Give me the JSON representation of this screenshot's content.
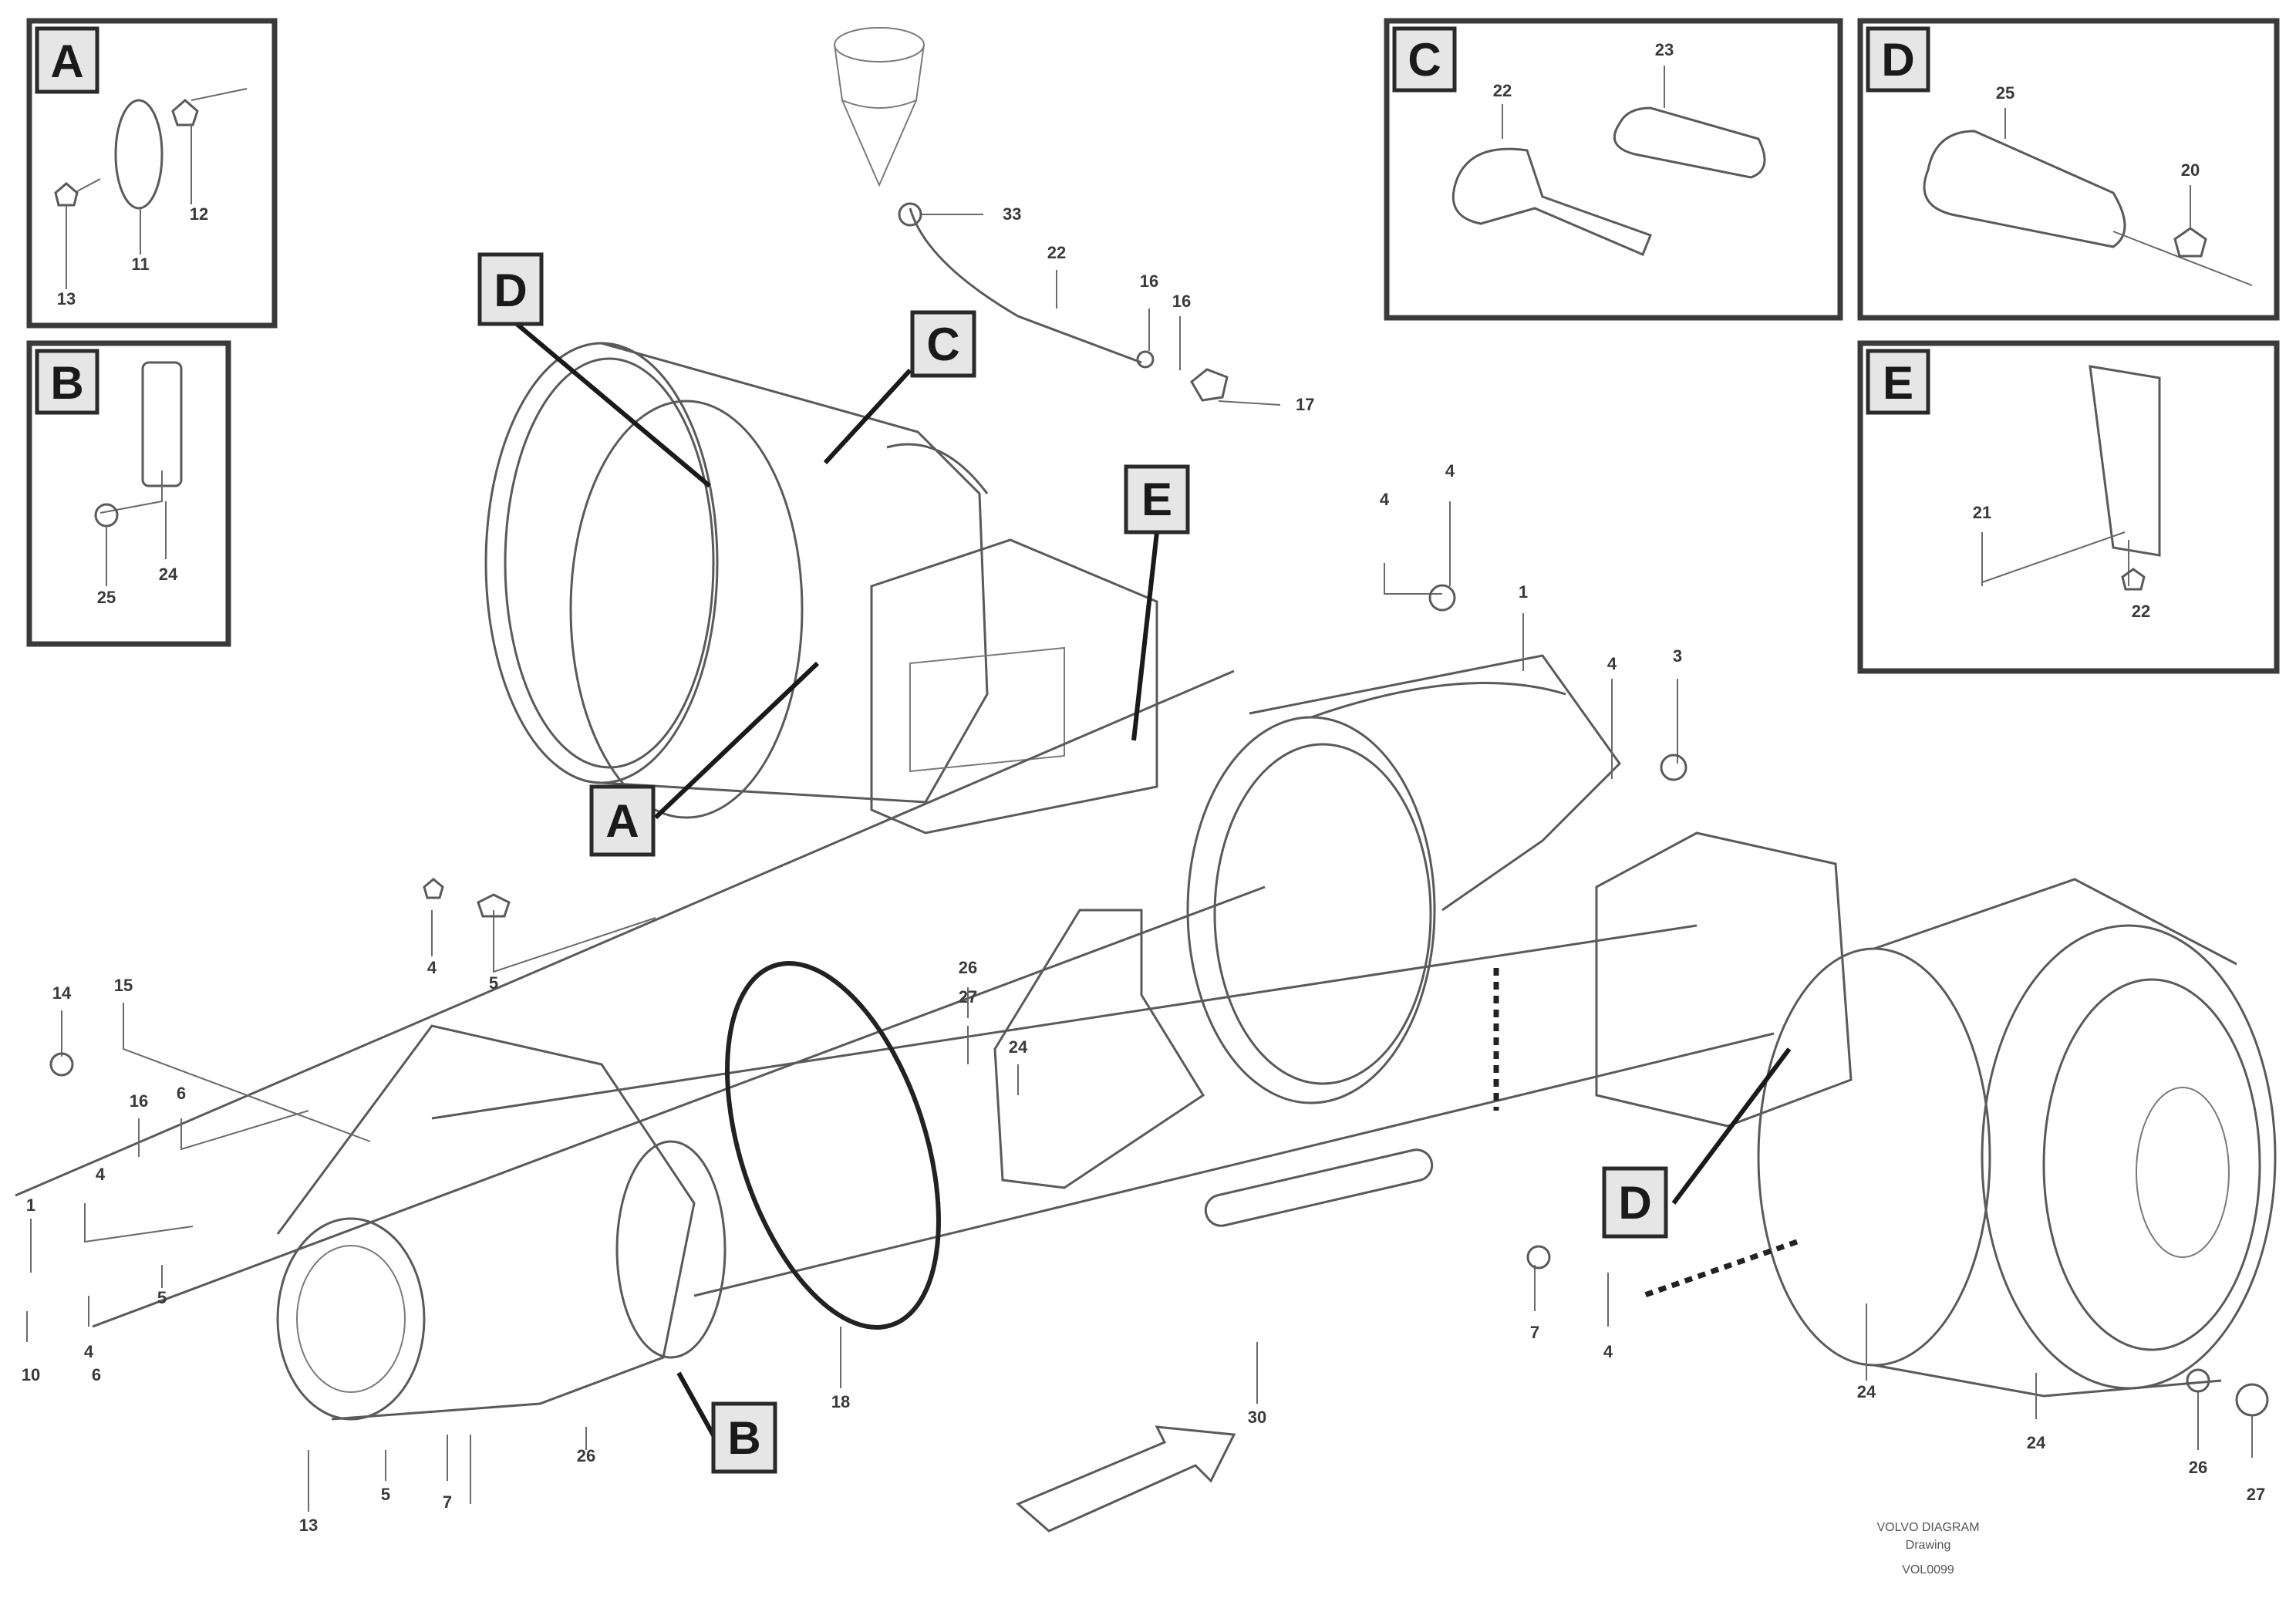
{
  "insets": [
    {
      "id": "A",
      "letter": "A",
      "callouts": [
        "11",
        "12",
        "13"
      ]
    },
    {
      "id": "B",
      "letter": "B",
      "callouts": [
        "25",
        "24"
      ]
    },
    {
      "id": "C",
      "letter": "C",
      "callouts": [
        "22",
        "23"
      ]
    },
    {
      "id": "D",
      "letter": "D",
      "callouts": [
        "25",
        "20"
      ]
    },
    {
      "id": "E",
      "letter": "E",
      "callouts": [
        "21",
        "22"
      ]
    }
  ],
  "main_refs": [
    "D",
    "C",
    "E",
    "A",
    "B",
    "D"
  ],
  "callouts": [
    "33",
    "22",
    "16",
    "16",
    "17",
    "4",
    "4",
    "1",
    "4",
    "3",
    "4",
    "5",
    "14",
    "15",
    "26",
    "27",
    "24",
    "16",
    "6",
    "4",
    "1",
    "4",
    "5",
    "10",
    "6",
    "18",
    "13",
    "5",
    "7",
    "26",
    "30",
    "7",
    "4",
    "24",
    "24",
    "26",
    "27"
  ],
  "caption": {
    "line1": "VOLVO DIAGRAM",
    "line2": "Drawing",
    "line3": "VOL0099"
  }
}
